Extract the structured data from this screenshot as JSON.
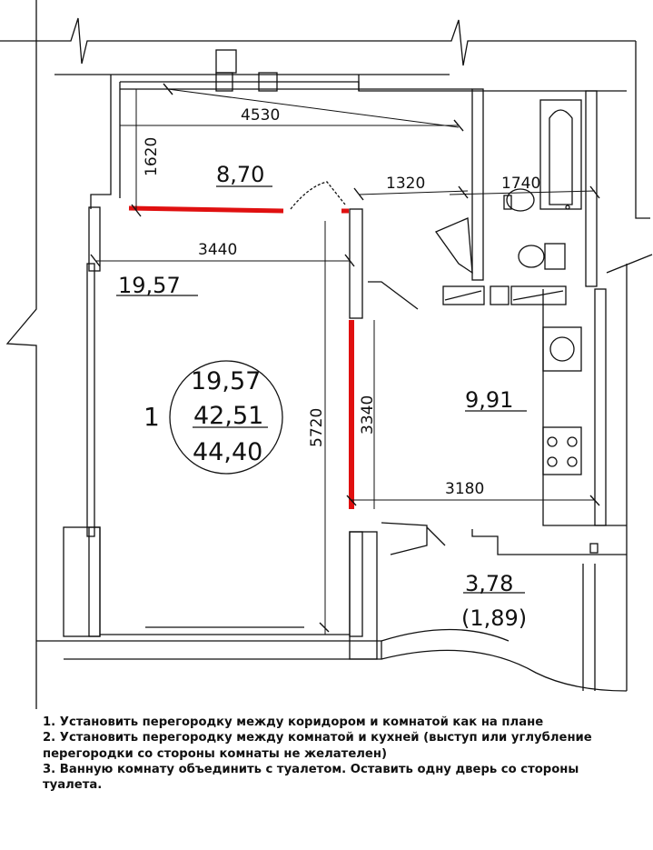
{
  "plan": {
    "dimensions": {
      "d4530": "4530",
      "d1620": "1620",
      "d1320": "1320",
      "d1740": "1740",
      "d3440": "3440",
      "d5720": "5720",
      "d3340": "3340",
      "d3180": "3180"
    },
    "areas": {
      "corridor": "8,70",
      "room": "19,57",
      "kitchen": "9,91",
      "balcony": "3,78",
      "balcony_reduced": "(1,89)"
    },
    "summary": {
      "rooms_count": "1",
      "living": "19,57",
      "total": "42,51",
      "total_with_balcony": "44,40"
    },
    "colors": {
      "wall": "#111111",
      "new_partition": "#e01010",
      "background": "#ffffff"
    }
  },
  "notes": [
    "1. Установить перегородку между коридором и комнатой как на плане",
    "2. Установить перегородку между комнатой и кухней (выступ или углубление перегородки со стороны комнаты не желателен)",
    "3. Ванную комнату объединить с туалетом. Оставить одну дверь со стороны туалета."
  ]
}
